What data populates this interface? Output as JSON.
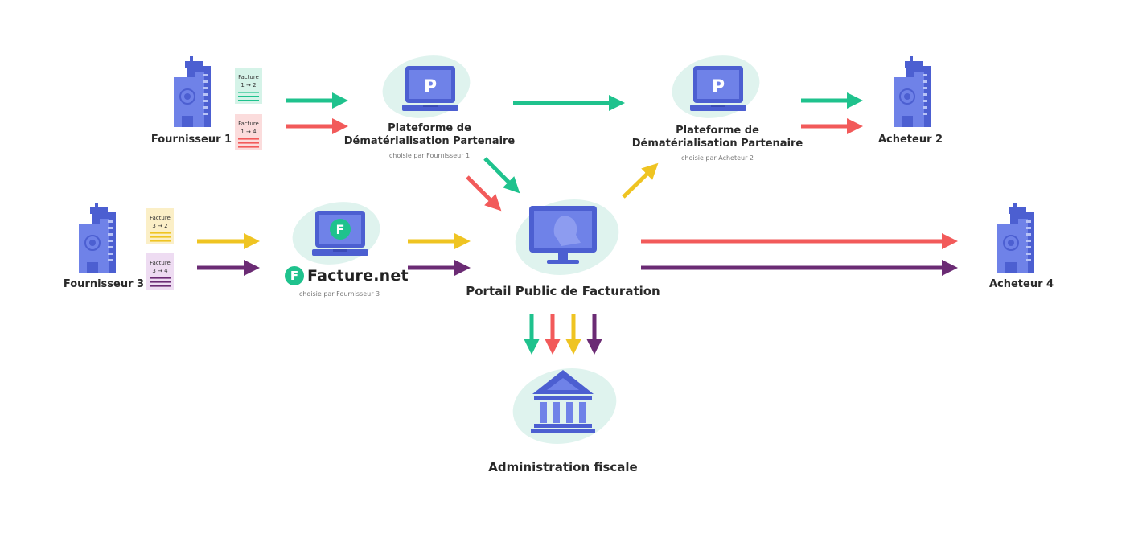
{
  "colors": {
    "green": "#1fc28d",
    "red": "#f25a5a",
    "yellow": "#efc422",
    "purple": "#6b2b74",
    "building": "#6f82e8",
    "building_dark": "#4c5fd1",
    "laptop": "#4c5fd1",
    "blob": "#dff3ee"
  },
  "nodes": {
    "fournisseur1": {
      "name": "Fournisseur 1",
      "icon": "building-icon"
    },
    "fournisseur3": {
      "name": "Fournisseur 3",
      "icon": "building-icon"
    },
    "pdp1": {
      "name_line1": "Plateforme de",
      "name_line2": "Dématérialisation Partenaire",
      "subtitle": "choisie par Fournisseur 1",
      "icon": "laptop-icon"
    },
    "pdp2": {
      "name_line1": "Plateforme de",
      "name_line2": "Dématérialisation Partenaire",
      "subtitle": "choisie par Acheteur 2",
      "icon": "laptop-icon"
    },
    "facturenet": {
      "logo_letter": "F",
      "logo_text": "Facture.net",
      "subtitle": "choisie par Fournisseur 3",
      "icon": "laptop-icon"
    },
    "portail": {
      "name": "Portail Public de Facturation",
      "icon": "monitor-icon"
    },
    "administration": {
      "name": "Administration fiscale",
      "icon": "government-building-icon"
    },
    "acheteur2": {
      "name": "Acheteur 2",
      "icon": "building-icon"
    },
    "acheteur4": {
      "name": "Acheteur 4",
      "icon": "building-icon"
    }
  },
  "invoices": [
    {
      "id": "f12",
      "title": "Facture",
      "route": "1 → 2",
      "color": "green"
    },
    {
      "id": "f14",
      "title": "Facture",
      "route": "1 → 4",
      "color": "red"
    },
    {
      "id": "f32",
      "title": "Facture",
      "route": "3 → 2",
      "color": "yellow"
    },
    {
      "id": "f34",
      "title": "Facture",
      "route": "3 → 4",
      "color": "purple"
    }
  ]
}
